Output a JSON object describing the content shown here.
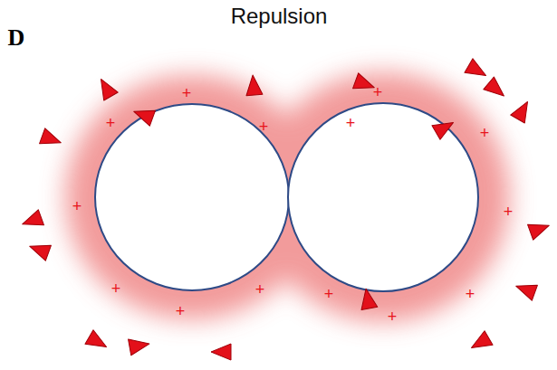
{
  "diagram": {
    "title": "Repulsion",
    "labels": [
      "D",
      "+",
      "+",
      "+",
      "+",
      "+",
      "+",
      "+",
      "+",
      "+",
      "+",
      "+",
      "+",
      "+",
      "+"
    ]
  }
}
